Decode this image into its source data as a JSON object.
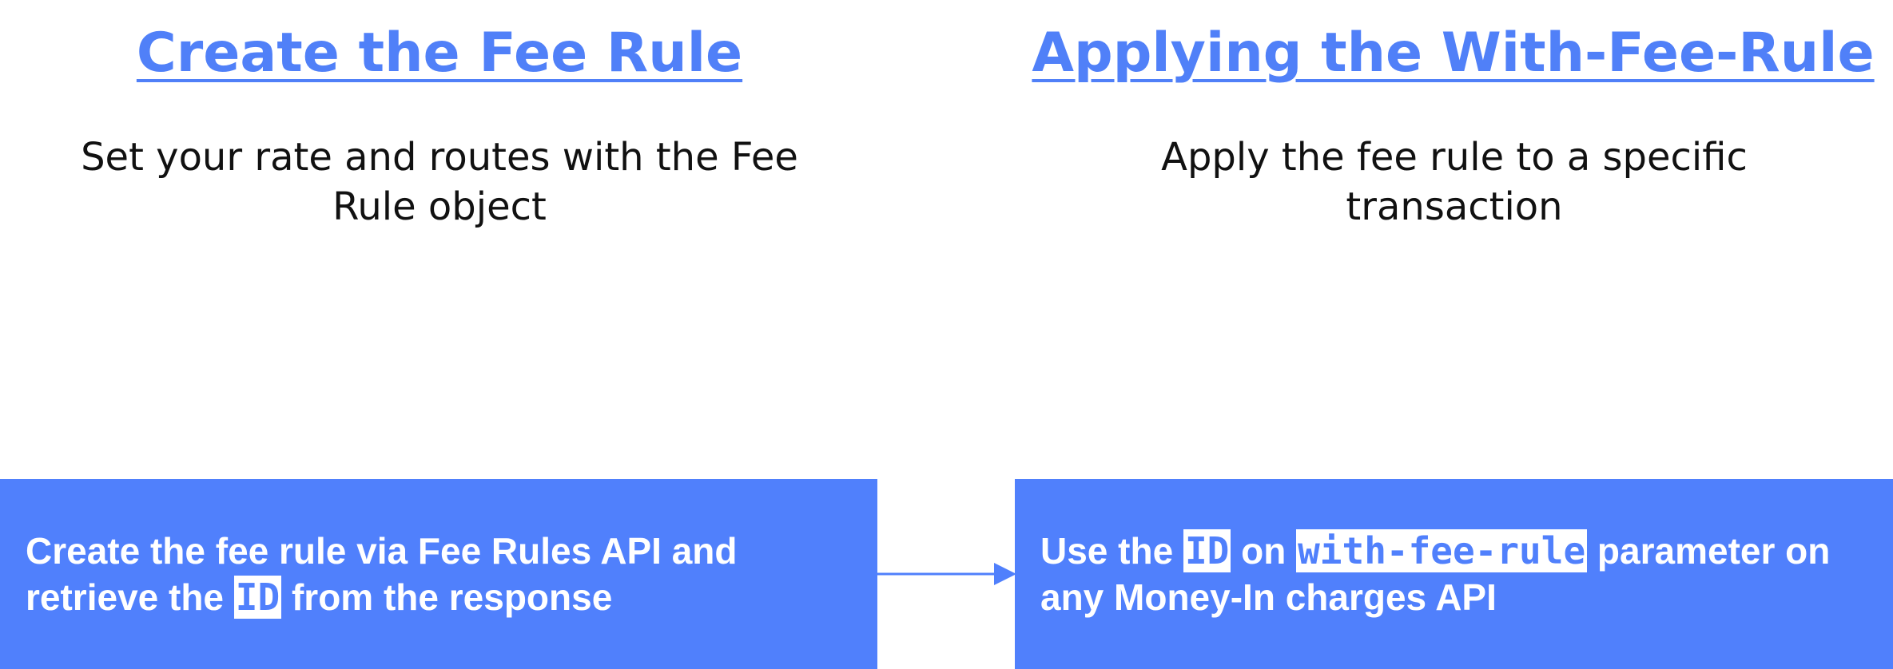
{
  "left": {
    "heading": "Create the Fee Rule",
    "description": "Set your rate and routes with the Fee Rule object",
    "box": {
      "text_before": "Create the fee rule via Fee Rules API and retrieve the ",
      "code": "ID",
      "text_after": " from the response"
    }
  },
  "right": {
    "heading": "Applying the With-Fee-Rule",
    "description": "Apply the fee rule to a specific transaction",
    "box": {
      "text_1": "Use the ",
      "code_1": "ID",
      "text_2": " on ",
      "code_2": "with-fee-rule",
      "text_3": " parameter on any Money-In charges API"
    }
  },
  "colors": {
    "accent": "#5080f8",
    "box_fill": "#5080fc",
    "text": "#111111",
    "box_text": "#ffffff"
  }
}
